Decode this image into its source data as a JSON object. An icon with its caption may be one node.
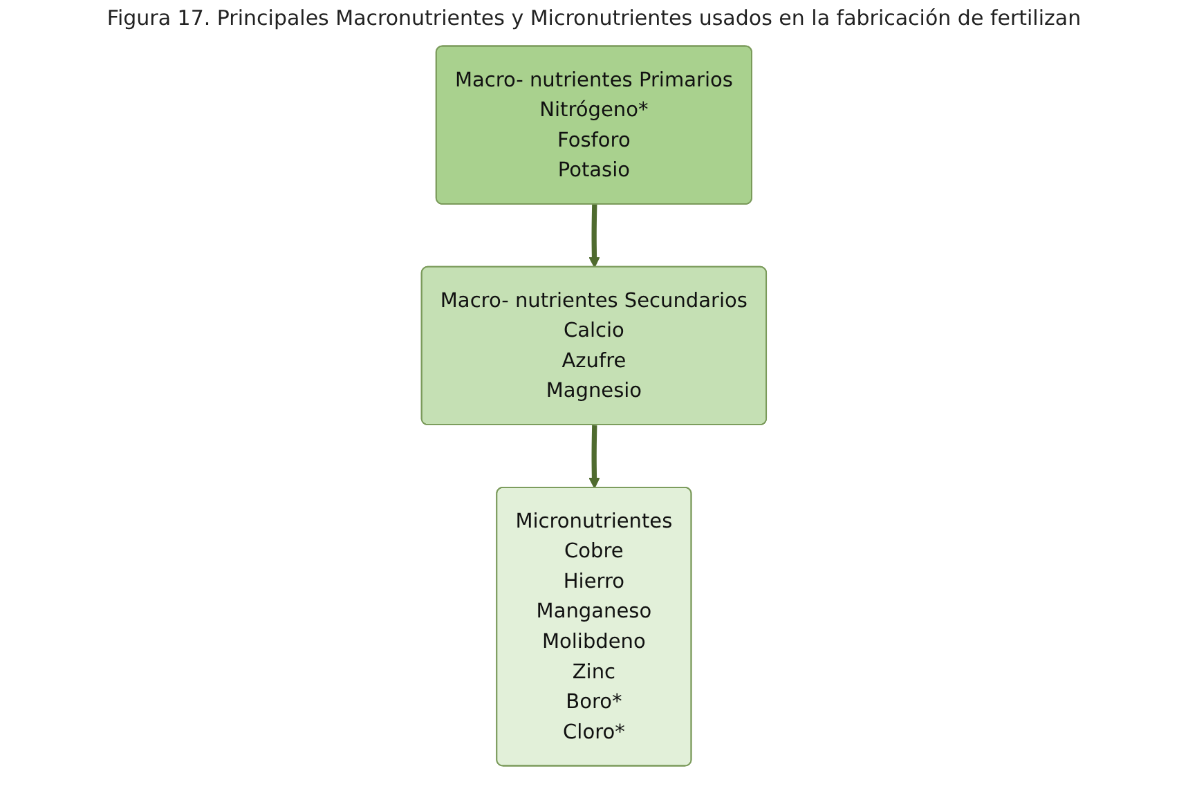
{
  "diagram": {
    "title": "Figura 17. Principales Macronutrientes y Micronutrientes usados en la fabricación de fertilizan",
    "nodes": [
      {
        "text": [
          "Macro- nutrientes Primarios",
          "Nitrógeno*",
          "Fosforo",
          "Potasio"
        ]
      },
      {
        "text": [
          "Macro- nutrientes Secundarios",
          "Calcio",
          "Azufre",
          "Magnesio"
        ]
      },
      {
        "text": [
          "Micronutrientes",
          "Cobre",
          "Hierro",
          "Manganeso",
          "Molibdeno",
          "Zinc",
          "Boro*",
          "Cloro*"
        ]
      }
    ],
    "edges": [
      {
        "from": 0,
        "to": 1,
        "arrow": "to"
      },
      {
        "from": 1,
        "to": 2,
        "arrow": "to"
      }
    ]
  }
}
